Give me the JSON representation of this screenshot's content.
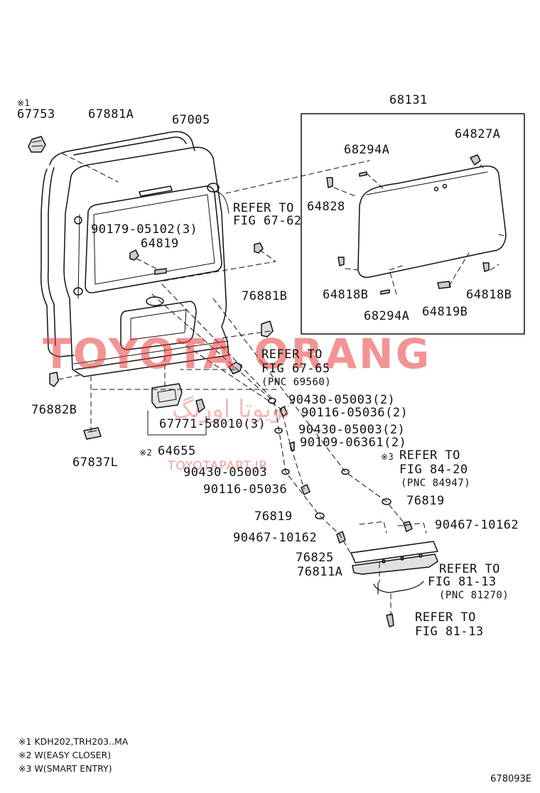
{
  "labels": {
    "n67753_mark": "※1",
    "n67753": "67753",
    "n67881A": "67881A",
    "n67005": "67005",
    "n68131": "68131",
    "n64827A": "64827A",
    "n68294A_top": "68294A",
    "n64828": "64828",
    "n64818B_l": "64818B",
    "n64818B_r": "64818B",
    "n68294A_bot": "68294A",
    "n64819B": "64819B",
    "refer_6762_a": "REFER TO",
    "refer_6762_b": "FIG 67-62",
    "n90179": "90179-05102(3)",
    "n64819": "64819",
    "n76881B": "76881B",
    "refer_6765_a": "REFER TO",
    "refer_6765_b": "FIG 67-65",
    "refer_6765_c": "(PNC 69560)",
    "n76882B": "76882B",
    "n90430_1": "90430-05003(2)",
    "n90116_1": "90116-05036(2)",
    "n90430_2": "90430-05003(2)",
    "n67771": "67771-58010(3)",
    "n90109": "90109-06361(2)",
    "n64655_mark": "※2",
    "n64655": "64655",
    "n67837L": "67837L",
    "refer_8420_mark": "※3",
    "refer_8420_a": "REFER TO",
    "refer_8420_b": "FIG 84-20",
    "refer_8420_c": "(PNC 84947)",
    "n90430_3": "90430-05003",
    "n90116_2": "90116-05036",
    "n76819_r": "76819",
    "n76819_l": "76819",
    "n90467_r": "90467-10162",
    "n90467_l": "90467-10162",
    "n76825": "76825",
    "n76811A": "76811A",
    "refer_8113a_a": "REFER TO",
    "refer_8113a_b": "FIG 81-13",
    "refer_8113a_c": "(PNC 81270)",
    "refer_8113b_a": "REFER TO",
    "refer_8113b_b": "FIG 81-13"
  },
  "notes": [
    "※1 KDH202,TRH203..MA",
    "※2 W(EASY CLOSER)",
    "※3 W(SMART ENTRY)"
  ],
  "watermark": {
    "main": "TOYOTA ORANG",
    "site": "TOYOTAPART.IR",
    "farsi": "تویوتا اورنگ"
  },
  "figure_code": "678093E",
  "colors": {
    "line": "#111111",
    "watermark": "#e83c3c"
  }
}
